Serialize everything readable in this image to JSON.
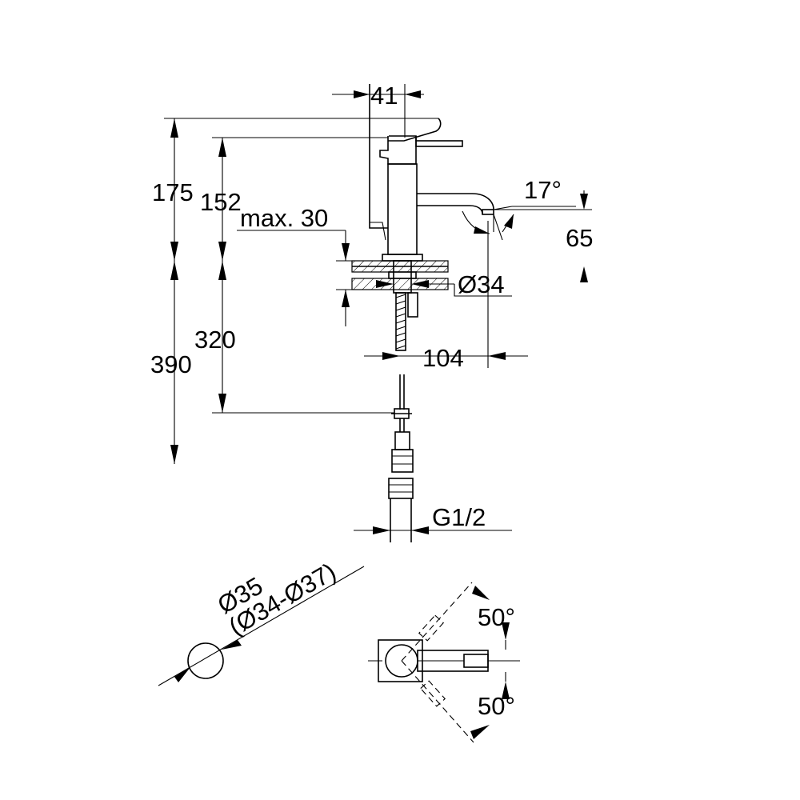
{
  "colors": {
    "line": "#000000",
    "background": "#ffffff"
  },
  "dimensions": {
    "width_41": "41",
    "height_175": "175",
    "height_152": "152",
    "max_30": "max. 30",
    "angle_17": "17°",
    "height_65": "65",
    "hole_d34": "Ø34",
    "height_320": "320",
    "height_390": "390",
    "reach_104": "104",
    "thread_g12": "G1/2",
    "hole_d35": "Ø35",
    "hole_range": "(Ø34-Ø37)",
    "swivel_top": "50°",
    "swivel_bottom": "50°"
  }
}
